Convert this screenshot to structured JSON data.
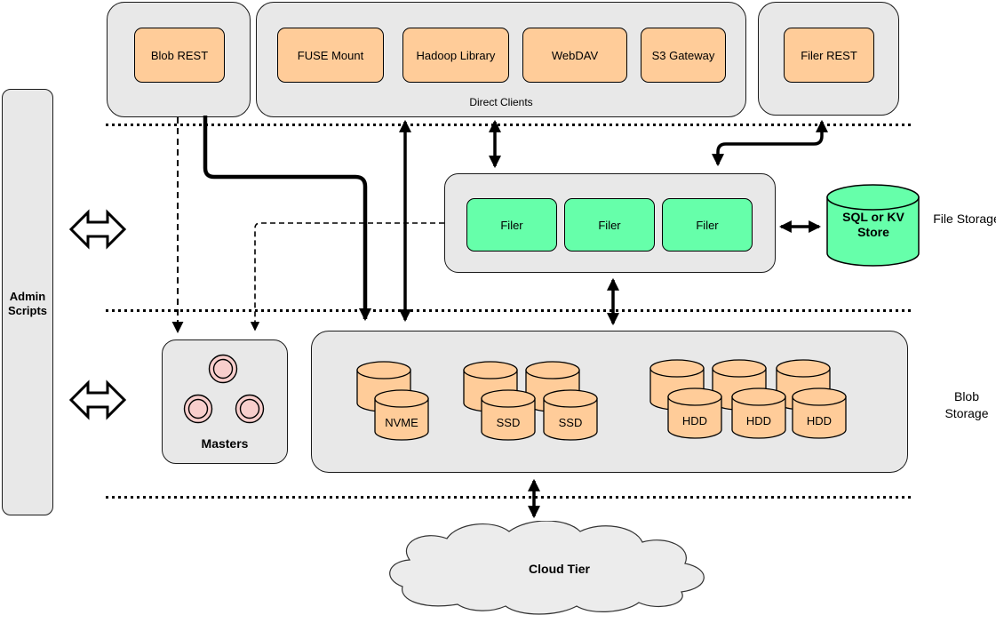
{
  "nodes": {
    "admin_scripts": {
      "label": "Admin Scripts"
    },
    "blob_rest": {
      "label": "Blob REST"
    },
    "direct_clients": {
      "label": "Direct Clients",
      "items": [
        {
          "label": "FUSE Mount"
        },
        {
          "label": "Hadoop Library"
        },
        {
          "label": "WebDAV"
        },
        {
          "label": "S3 Gateway"
        }
      ]
    },
    "filer_rest": {
      "label": "Filer REST"
    },
    "filer_cluster": {
      "filers": [
        {
          "label": "Filer"
        },
        {
          "label": "Filer"
        },
        {
          "label": "Filer"
        }
      ]
    },
    "sql_store": {
      "label": "SQL or KV Store"
    },
    "masters": {
      "label": "Masters"
    },
    "blob_cluster": {
      "nvme": {
        "label": "NVME"
      },
      "ssd": [
        {
          "label": "SSD"
        },
        {
          "label": "SSD"
        }
      ],
      "hdd": [
        {
          "label": "HDD"
        },
        {
          "label": "HDD"
        },
        {
          "label": "HDD"
        }
      ]
    },
    "cloud_tier": {
      "label": "Cloud Tier"
    }
  },
  "annotations": {
    "file_storage": {
      "label": "File Storage"
    },
    "blob_storage": {
      "label": "Blob Storage"
    }
  },
  "colors": {
    "container_fill": "#e8e8e8",
    "client_box_fill": "#ffcc99",
    "filer_box_fill": "#66ffaa",
    "sql_store_fill": "#66ffaa",
    "master_node_fill": "#f8cecc",
    "cloud_fill": "#ececec",
    "line_color": "#000000"
  }
}
